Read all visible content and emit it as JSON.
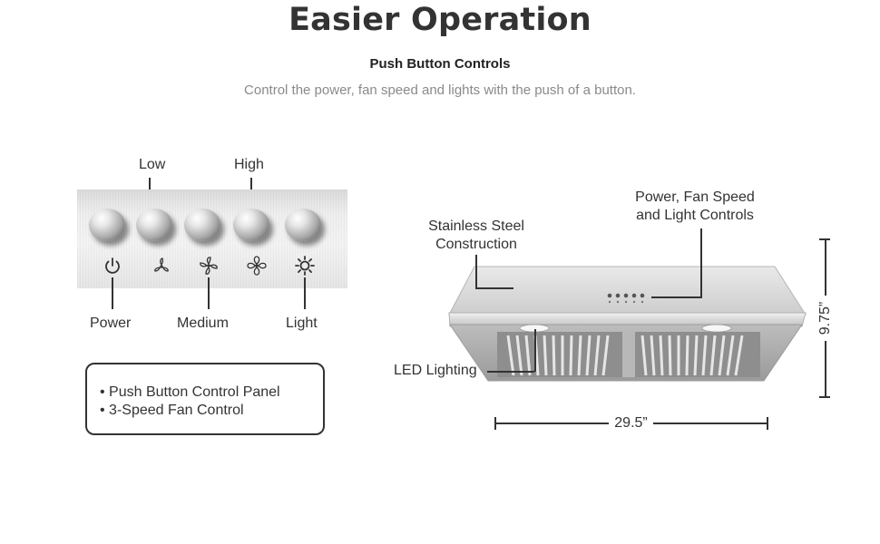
{
  "header": {
    "title": "Easier Operation",
    "subtitle": "Push Button Controls",
    "description": "Control the power, fan speed and lights with the push of a button."
  },
  "control_panel": {
    "top_labels": {
      "low": "Low",
      "high": "High"
    },
    "bottom_labels": {
      "power": "Power",
      "medium": "Medium",
      "light": "Light"
    },
    "buttons": [
      {
        "name": "power",
        "icon": "power-icon"
      },
      {
        "name": "low",
        "icon": "fan-low-icon"
      },
      {
        "name": "medium",
        "icon": "fan-medium-icon"
      },
      {
        "name": "high",
        "icon": "fan-high-icon"
      },
      {
        "name": "light",
        "icon": "light-icon"
      }
    ]
  },
  "features": [
    "• Push Button Control Panel",
    "• 3-Speed Fan Control"
  ],
  "hood": {
    "labels": {
      "steel_line1": "Stainless Steel",
      "steel_line2": "Construction",
      "controls_line1": "Power, Fan Speed",
      "controls_line2": "and Light Controls",
      "led": "LED Lighting"
    },
    "dimensions": {
      "width": "29.5”",
      "height": "9.75”"
    }
  },
  "colors": {
    "text": "#333333",
    "muted": "#8a8a8a",
    "steel": "#cfcfcf"
  }
}
